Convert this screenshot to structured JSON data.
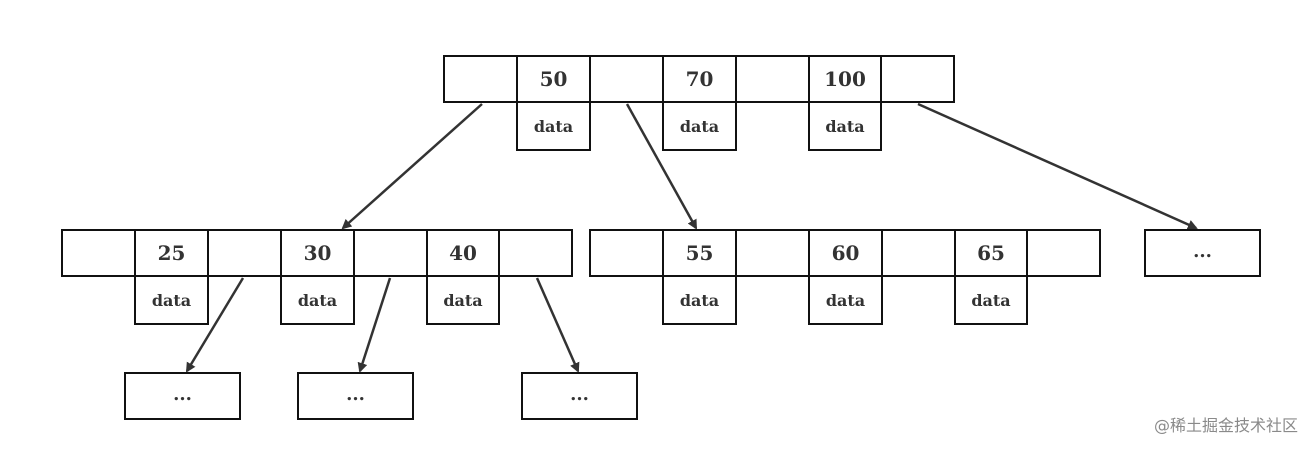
{
  "nodes": [
    {
      "id": "root",
      "keys": [
        "50",
        "70",
        "100"
      ],
      "data_label": "data"
    },
    {
      "id": "child-1",
      "keys": [
        "25",
        "30",
        "40"
      ],
      "data_label": "data"
    },
    {
      "id": "child-2",
      "keys": [
        "55",
        "60",
        "65"
      ],
      "data_label": "data"
    },
    {
      "id": "child-3",
      "keys": [],
      "ellipsis": "..."
    },
    {
      "id": "leaf-1",
      "keys": [],
      "ellipsis": "..."
    },
    {
      "id": "leaf-2",
      "keys": [],
      "ellipsis": "..."
    },
    {
      "id": "leaf-3",
      "keys": [],
      "ellipsis": "..."
    }
  ],
  "edges": [
    {
      "from": "root",
      "to": "child-1"
    },
    {
      "from": "root",
      "to": "child-2"
    },
    {
      "from": "root",
      "to": "child-3"
    },
    {
      "from": "child-1",
      "to": "leaf-1"
    },
    {
      "from": "child-1",
      "to": "leaf-2"
    },
    {
      "from": "child-1",
      "to": "leaf-3"
    }
  ],
  "watermark": "@稀土掘金技术社区"
}
